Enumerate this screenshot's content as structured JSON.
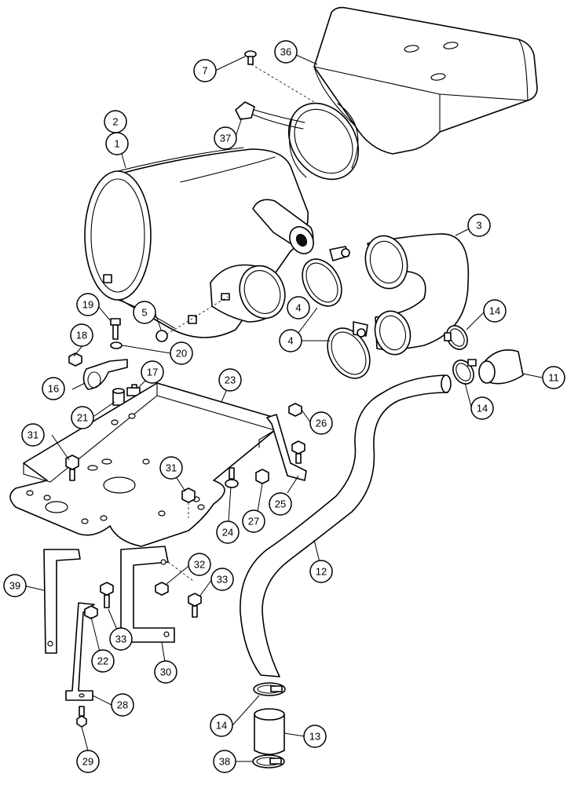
{
  "callouts": [
    {
      "id": "c-36",
      "label": "36"
    },
    {
      "id": "c-7",
      "label": "7"
    },
    {
      "id": "c-37",
      "label": "37"
    },
    {
      "id": "c-2",
      "label": "2"
    },
    {
      "id": "c-1",
      "label": "1"
    },
    {
      "id": "c-3",
      "label": "3"
    },
    {
      "id": "c-4a",
      "label": "4"
    },
    {
      "id": "c-4b",
      "label": "4"
    },
    {
      "id": "c-14a",
      "label": "14"
    },
    {
      "id": "c-14b",
      "label": "14"
    },
    {
      "id": "c-11",
      "label": "11"
    },
    {
      "id": "c-19",
      "label": "19"
    },
    {
      "id": "c-5",
      "label": "5"
    },
    {
      "id": "c-18",
      "label": "18"
    },
    {
      "id": "c-20",
      "label": "20"
    },
    {
      "id": "c-16",
      "label": "16"
    },
    {
      "id": "c-17",
      "label": "17"
    },
    {
      "id": "c-21",
      "label": "21"
    },
    {
      "id": "c-23",
      "label": "23"
    },
    {
      "id": "c-26",
      "label": "26"
    },
    {
      "id": "c-31a",
      "label": "31"
    },
    {
      "id": "c-31b",
      "label": "31"
    },
    {
      "id": "c-25",
      "label": "25"
    },
    {
      "id": "c-24",
      "label": "24"
    },
    {
      "id": "c-27",
      "label": "27"
    },
    {
      "id": "c-12",
      "label": "12"
    },
    {
      "id": "c-39",
      "label": "39"
    },
    {
      "id": "c-32",
      "label": "32"
    },
    {
      "id": "c-33a",
      "label": "33"
    },
    {
      "id": "c-33b",
      "label": "33"
    },
    {
      "id": "c-22",
      "label": "22"
    },
    {
      "id": "c-30",
      "label": "30"
    },
    {
      "id": "c-28",
      "label": "28"
    },
    {
      "id": "c-29",
      "label": "29"
    },
    {
      "id": "c-14c",
      "label": "14"
    },
    {
      "id": "c-13",
      "label": "13"
    },
    {
      "id": "c-38",
      "label": "38"
    }
  ]
}
